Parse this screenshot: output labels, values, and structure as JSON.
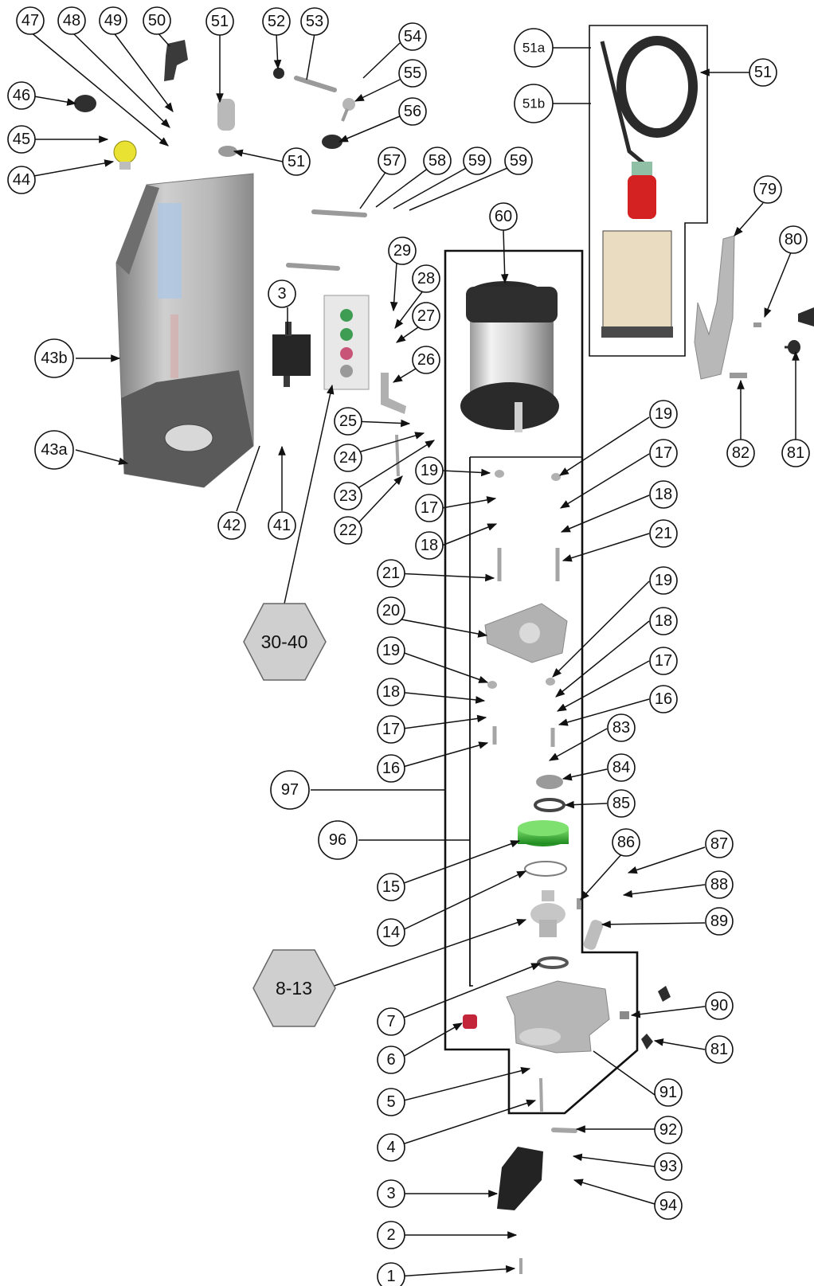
{
  "callouts": {
    "c1": "1",
    "c2": "2",
    "c3": "3",
    "c3b": "3",
    "c4": "4",
    "c5": "5",
    "c6": "6",
    "c7": "7",
    "c14": "14",
    "c15": "15",
    "c16a": "16",
    "c16b": "16",
    "c17a": "17",
    "c17b": "17",
    "c17c": "17",
    "c17d": "17",
    "c18a": "18",
    "c18b": "18",
    "c18c": "18",
    "c18d": "18",
    "c19a": "19",
    "c19b": "19",
    "c19c": "19",
    "c19d": "19",
    "c20": "20",
    "c21a": "21",
    "c21b": "21",
    "c22": "22",
    "c23": "23",
    "c24": "24",
    "c25": "25",
    "c26": "26",
    "c27": "27",
    "c28": "28",
    "c29": "29",
    "c41": "41",
    "c42": "42",
    "c43a": "43a",
    "c43b": "43b",
    "c44": "44",
    "c45": "45",
    "c46": "46",
    "c47": "47",
    "c48": "48",
    "c49": "49",
    "c50": "50",
    "c51a": "51",
    "c51b": "51",
    "c51c": "51",
    "c51sa": "51a",
    "c51sb": "51b",
    "c52": "52",
    "c53": "53",
    "c54": "54",
    "c55": "55",
    "c56": "56",
    "c57": "57",
    "c58": "58",
    "c59a": "59",
    "c59b": "59",
    "c60": "60",
    "c79": "79",
    "c80": "80",
    "c81a": "81",
    "c81b": "81",
    "c82": "82",
    "c83": "83",
    "c84": "84",
    "c85": "85",
    "c86": "86",
    "c87": "87",
    "c88": "88",
    "c89": "89",
    "c90": "90",
    "c91": "91",
    "c92": "92",
    "c93": "93",
    "c94": "94",
    "c96": "96",
    "c97": "97"
  },
  "assemblies": {
    "kit_30_40": "30-40",
    "kit_8_13": "8-13"
  },
  "colors": {
    "housing": "#a9a9a9",
    "housing_dark": "#5e5e5e",
    "aluminium": "#c4c4c4",
    "gear_green": "#3fb83a",
    "switch_black": "#262626",
    "plug_red": "#d42222",
    "knob_yellow": "#e9e233",
    "box_beige": "#eadcc0",
    "hex_fill": "#cfcfcf"
  }
}
